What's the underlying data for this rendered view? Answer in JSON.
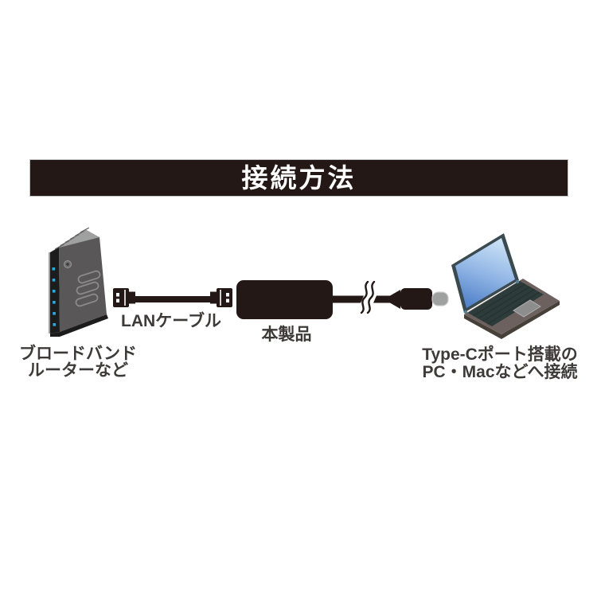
{
  "header": {
    "title": "接続方法"
  },
  "labels": {
    "router_line1": "ブロードバンド",
    "router_line2": "ルーターなど",
    "lan_cable": "LANケーブル",
    "product": "本製品",
    "pc_line1": "Type-Cポート搭載の",
    "pc_line2": "PC・Macなどへ接続"
  },
  "icons": {
    "router": "broadband-router-illustration",
    "lan_cable": "lan-cable-illustration",
    "adapter": "usb-lan-adapter-illustration",
    "cable_break": "cable-break-mark",
    "type_c_plug": "type-c-plug-illustration",
    "laptop": "laptop-illustration"
  },
  "colors": {
    "banner_bg": "#231815",
    "banner_text": "#ffffff",
    "banner_border": "#bfc0c0",
    "label_text": "#3e3a39",
    "device_black": "#231815",
    "router_body": "#595757",
    "router_top": "#9fa0a0",
    "led_blue": "#2ca9e1",
    "typec_tip": "#9fa0a0",
    "laptop_base": "#6c615e",
    "laptop_keys": "#2d3b3b",
    "screen_blue_light": "#cde3f7",
    "screen_blue_dark": "#5484cb"
  }
}
